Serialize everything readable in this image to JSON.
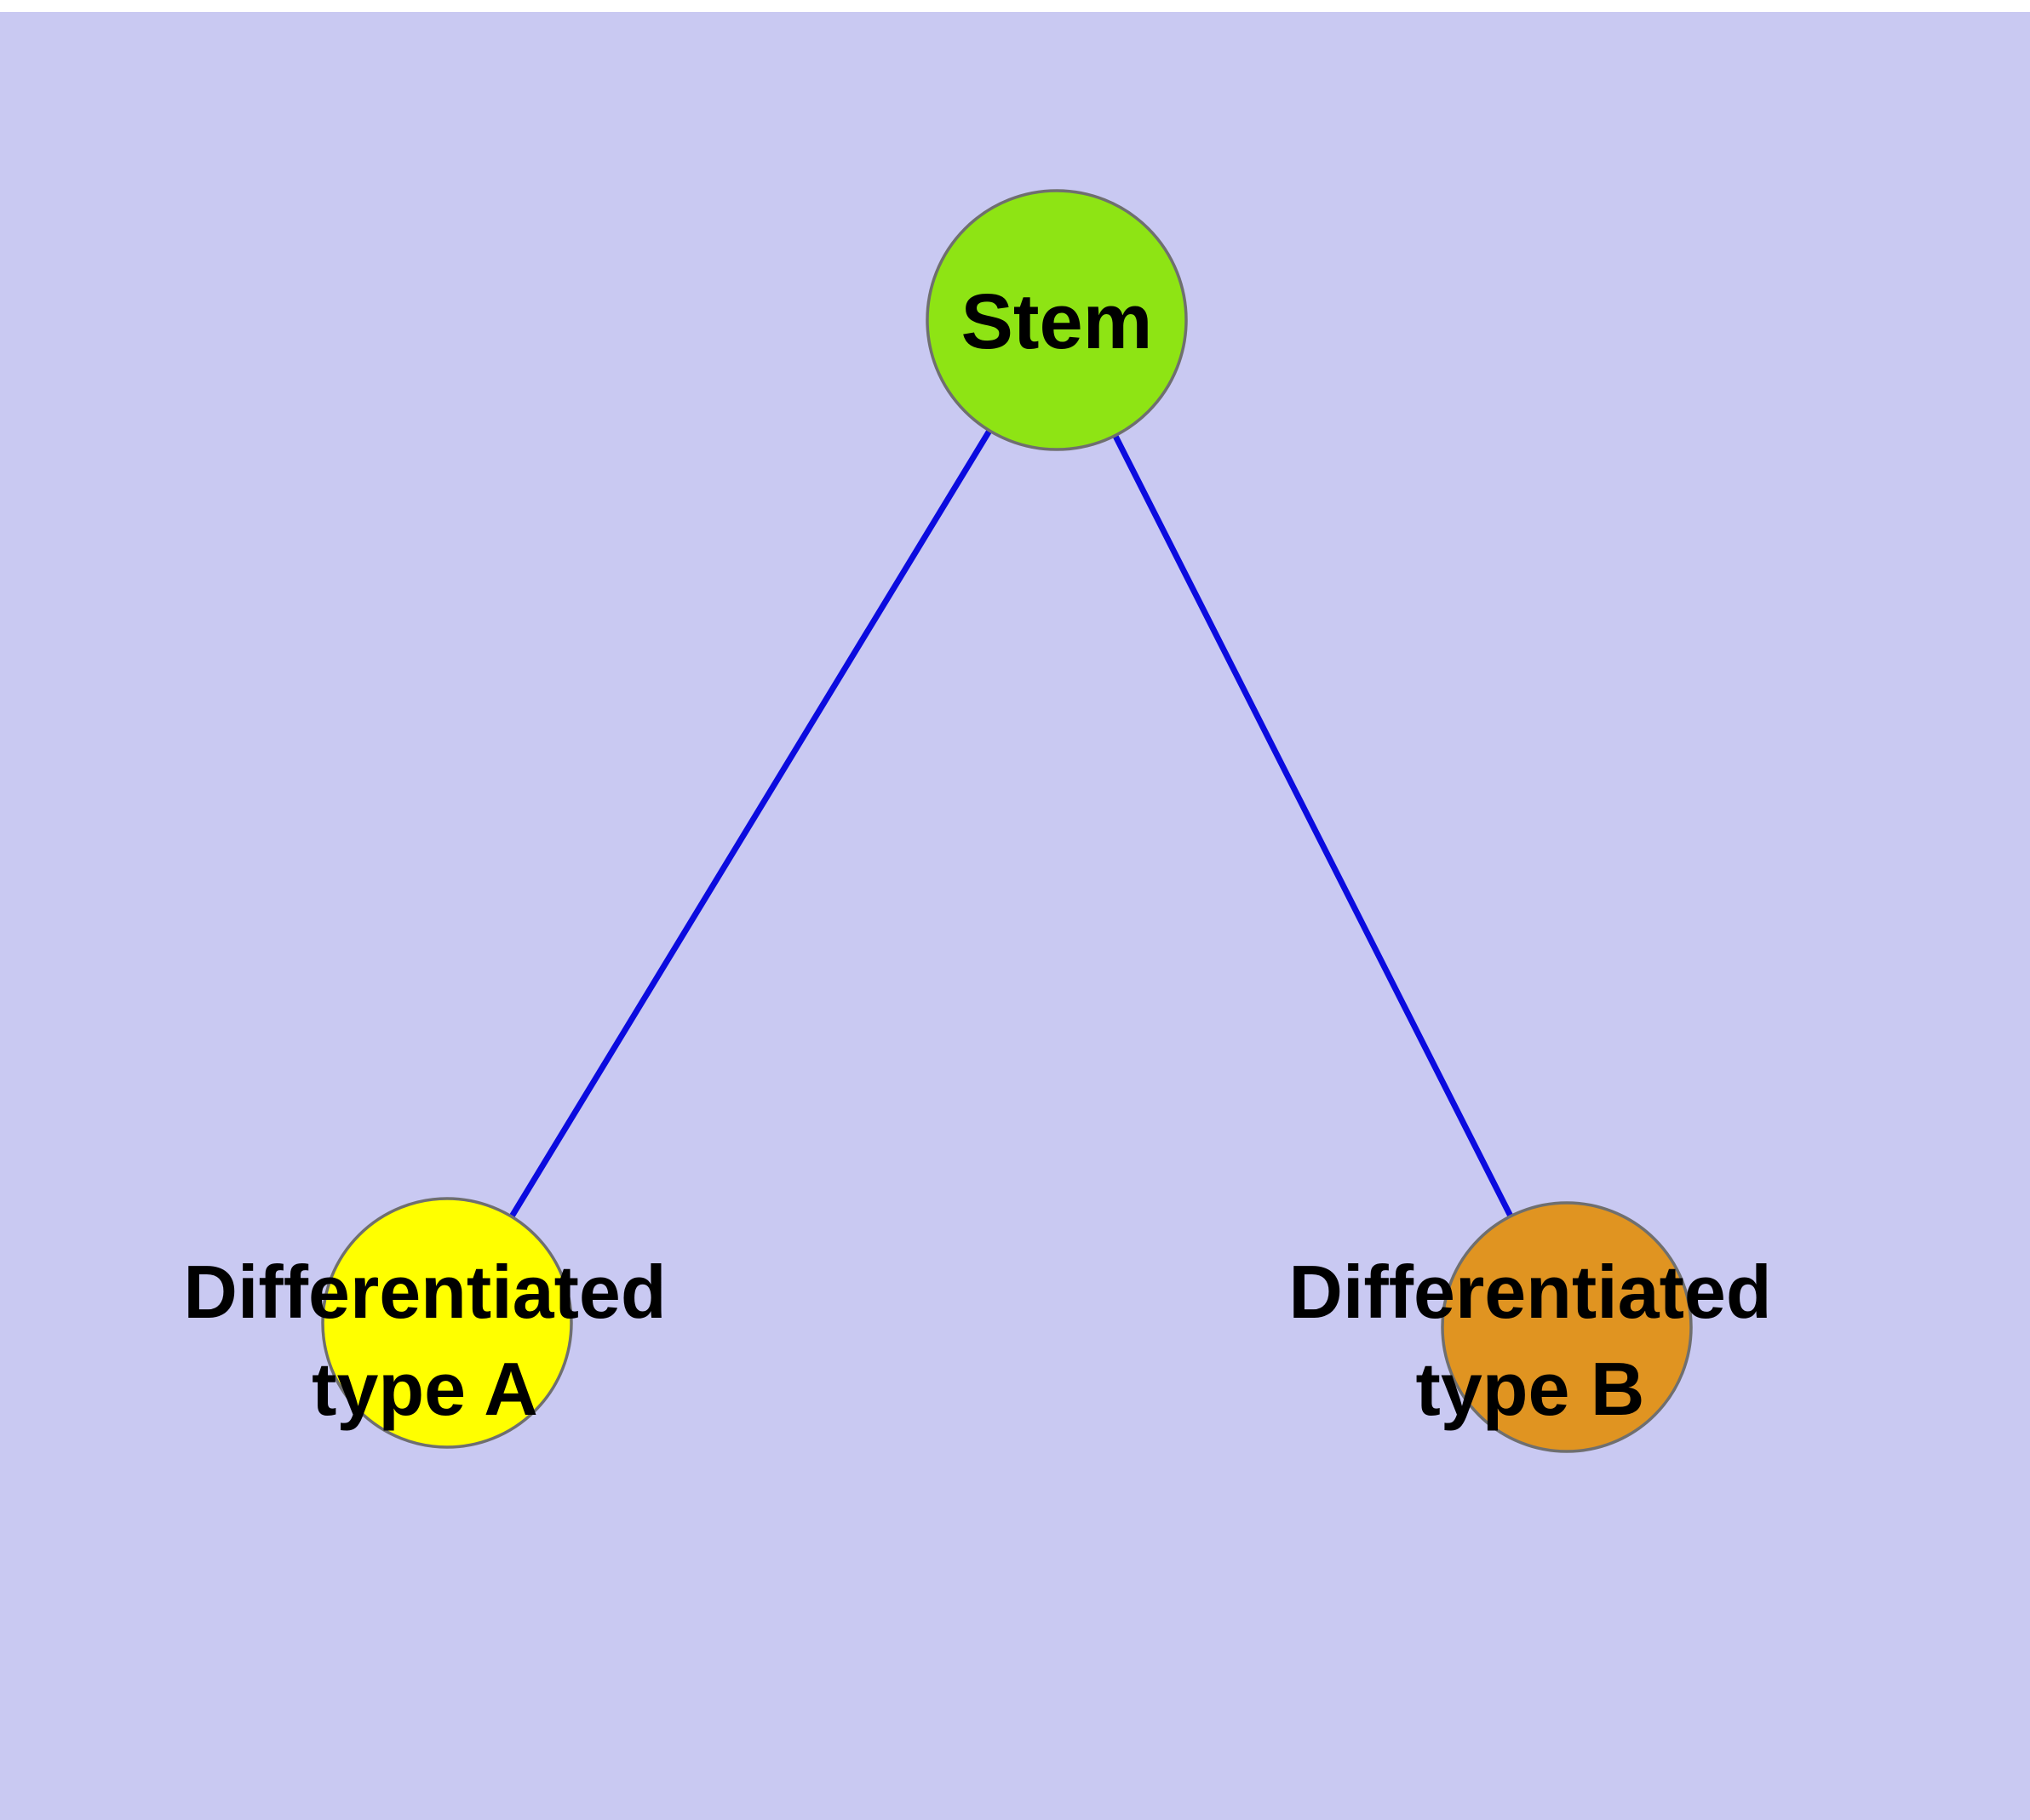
{
  "diagram": {
    "description": "Stem cell differentiation diagram with one stem node and two differentiated cell type nodes",
    "colors": {
      "background": "#c9c9f2",
      "edge": "#0b0bdf",
      "node_border": "#6f6f6f",
      "label_text": "#000000"
    },
    "nodes": {
      "stem": {
        "label": "Stem",
        "fill": "#8ee414"
      },
      "type_a": {
        "label_line1": "Differentiated",
        "label_line2": "type A",
        "fill": "#ffff00"
      },
      "type_b": {
        "label_line1": "Differentiated",
        "label_line2": "type B",
        "fill": "#e09421"
      }
    },
    "edges": [
      {
        "from": "stem",
        "to": "type_a"
      },
      {
        "from": "stem",
        "to": "type_b"
      }
    ]
  }
}
